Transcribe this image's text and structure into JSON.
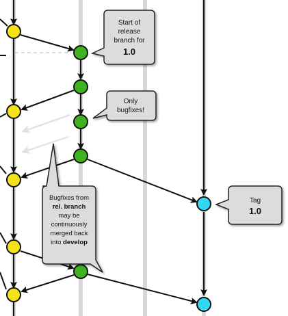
{
  "palette": {
    "lane_grey": "#d8d8d8",
    "develop_yellow": "#f5e31a",
    "release_green": "#3fb31f",
    "master_cyan": "#30d8f0",
    "arrow_black": "#111111",
    "arrow_faded": "#e2e2e2",
    "callout_fill": "#dcdcdc",
    "callout_stroke": "#222222"
  },
  "callouts": {
    "release_start": {
      "lines": [
        "Start of",
        "release",
        "branch for"
      ],
      "emphasis": "1.0"
    },
    "only_bugfixes": {
      "lines": [
        "Only",
        "bugfixes!"
      ]
    },
    "bugfixes_merge": {
      "line1": "Bugfixes from",
      "line2": "rel. branch",
      "line3": "may be",
      "line4": "continuously",
      "line5": "merged back",
      "line6_prefix": "into ",
      "line6_bold": "develop"
    },
    "tag": {
      "label": "Tag",
      "emphasis": "1.0"
    }
  }
}
